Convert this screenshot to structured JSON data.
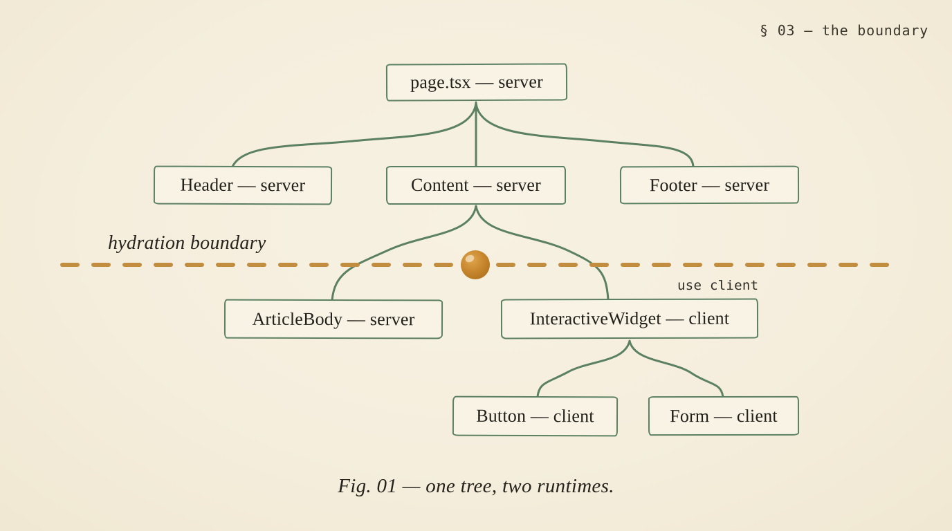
{
  "section_label": "§ 03 — the boundary",
  "boundary": {
    "label": "hydration boundary",
    "directive": "use client"
  },
  "nodes": {
    "page": {
      "label": "page.tsx — server"
    },
    "header": {
      "label": "Header — server"
    },
    "content": {
      "label": "Content — server"
    },
    "footer": {
      "label": "Footer — server"
    },
    "article_body": {
      "label": "ArticleBody — server"
    },
    "interactive_widget": {
      "label": "InteractiveWidget — client"
    },
    "button": {
      "label": "Button — client"
    },
    "form": {
      "label": "Form — client"
    }
  },
  "figure_caption": "Fig. 01 — one tree, two runtimes.",
  "colors": {
    "paper": "#f5eedd",
    "ink_green": "#5c8062",
    "boundary_orange": "#c28d3f",
    "dot_orange": "#c8872e",
    "text_ink": "#26231d"
  }
}
